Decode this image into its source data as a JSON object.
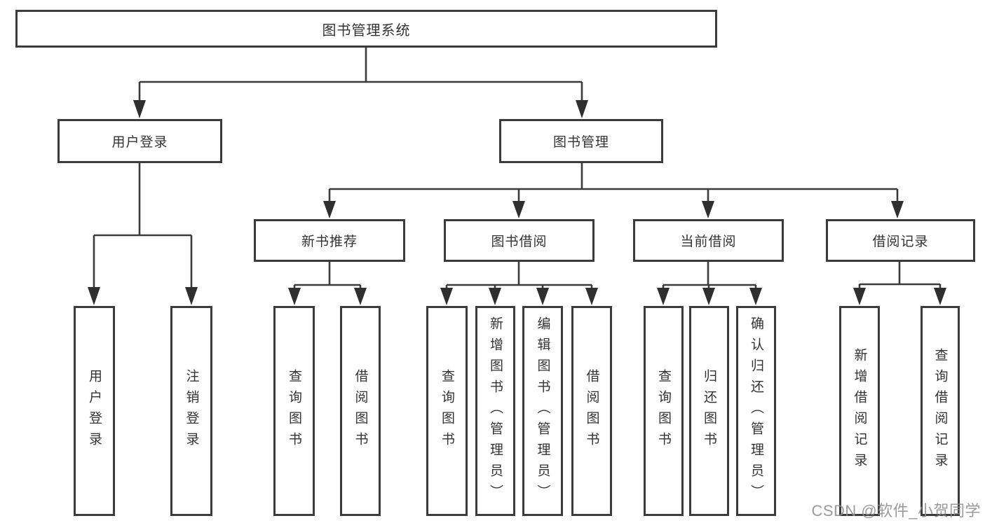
{
  "nodes": {
    "root": "图书管理系统",
    "user_login": "用户登录",
    "book_management": "图书管理",
    "new_book_recommend": "新书推荐",
    "book_borrow": "图书借阅",
    "current_borrow": "当前借阅",
    "borrow_records": "借阅记录",
    "ul_login": "用户登录",
    "ul_logout": "注销登录",
    "nb_query_book": "查询图书",
    "nb_borrow_book": "借阅图书",
    "bb_query_book": "查询图书",
    "bb_add_book": "新增图书（管理员）",
    "bb_edit_book": "编辑图书（管理员）",
    "bb_borrow_book": "借阅图书",
    "cb_query_book": "查询图书",
    "cb_return_book": "归还图书",
    "cb_confirm_return": "确认归还（管理员）",
    "br_add_record": "新增借阅记录",
    "br_query_record": "查询借阅记录"
  },
  "watermark": "CSDN @软件_小贺同学",
  "colors": {
    "box_border": "#3b3b3b",
    "connector": "#3b3b3b",
    "text": "#333333",
    "watermark": "#8c8c8c",
    "background": "#ffffff"
  }
}
